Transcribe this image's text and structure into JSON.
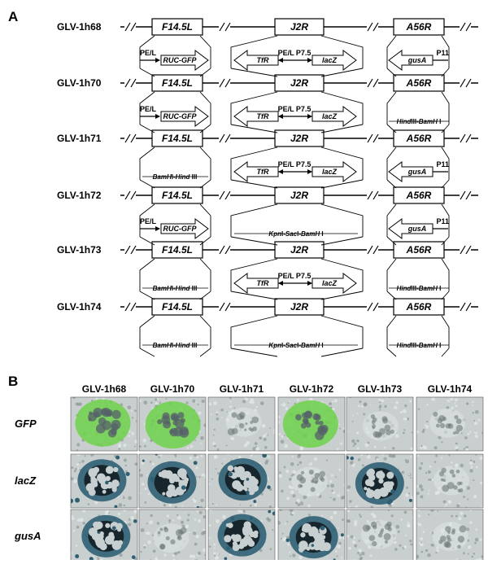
{
  "panel_a": {
    "letter": "A",
    "genes": [
      "F14.5L",
      "J2R",
      "A56R"
    ],
    "strains": [
      {
        "name": "GLV-1h68",
        "inserts": {
          "f14": {
            "kind": "arrow",
            "promoter": "PE/L",
            "gene": "RUC-GFP"
          },
          "j2r": {
            "kind": "double",
            "left_gene": "TfR",
            "promoter": "PE/L P7.5",
            "right_gene": "lacZ"
          },
          "a56": {
            "kind": "left_arrow",
            "gene": "gusA",
            "promoter": "P11"
          }
        }
      },
      {
        "name": "GLV-1h70",
        "inserts": {
          "f14": {
            "kind": "arrow",
            "promoter": "PE/L",
            "gene": "RUC-GFP"
          },
          "j2r": {
            "kind": "double",
            "left_gene": "TfR",
            "promoter": "PE/L P7.5",
            "right_gene": "lacZ"
          },
          "a56": {
            "kind": "site",
            "a": "Hind",
            "b": "III-",
            "c": "BamH",
            "d": "I"
          }
        }
      },
      {
        "name": "GLV-1h71",
        "inserts": {
          "f14": {
            "kind": "site",
            "a": "BamH",
            "b": "I-",
            "c": "Hind",
            "d": "III"
          },
          "j2r": {
            "kind": "double",
            "left_gene": "TfR",
            "promoter": "PE/L P7.5",
            "right_gene": "lacZ"
          },
          "a56": {
            "kind": "left_arrow",
            "gene": "gusA",
            "promoter": "P11"
          }
        }
      },
      {
        "name": "GLV-1h72",
        "inserts": {
          "f14": {
            "kind": "arrow",
            "promoter": "PE/L",
            "gene": "RUC-GFP"
          },
          "j2r": {
            "kind": "site3",
            "a": "Kpn",
            "b": "I-",
            "c": "Sac",
            "d": "I-",
            "e": "BamH",
            "f": "I"
          },
          "a56": {
            "kind": "left_arrow",
            "gene": "gusA",
            "promoter": "P11"
          }
        }
      },
      {
        "name": "GLV-1h73",
        "inserts": {
          "f14": {
            "kind": "site",
            "a": "BamH",
            "b": "I-",
            "c": "Hind",
            "d": "III"
          },
          "j2r": {
            "kind": "double",
            "left_gene": "TfR",
            "promoter": "PE/L P7.5",
            "right_gene": "lacZ"
          },
          "a56": {
            "kind": "site",
            "a": "Hind",
            "b": "III-",
            "c": "BamH",
            "d": "I"
          }
        }
      },
      {
        "name": "GLV-1h74",
        "inserts": {
          "f14": {
            "kind": "site",
            "a": "BamH",
            "b": "I-",
            "c": "Hind",
            "d": "III"
          },
          "j2r": {
            "kind": "site3",
            "a": "Kpn",
            "b": "I-",
            "c": "Sac",
            "d": "I-",
            "e": "BamH",
            "f": "I"
          },
          "a56": {
            "kind": "site",
            "a": "Hind",
            "b": "III-",
            "c": "BamH",
            "d": "I"
          }
        }
      }
    ]
  },
  "panel_b": {
    "letter": "B",
    "columns": [
      "GLV-1h68",
      "GLV-1h70",
      "GLV-1h71",
      "GLV-1h72",
      "GLV-1h73",
      "GLV-1h74"
    ],
    "rows": [
      {
        "label": "GFP",
        "stain": [
          "green",
          "green",
          "none",
          "green",
          "none",
          "none"
        ]
      },
      {
        "label": "lacZ",
        "stain": [
          "blue",
          "blue",
          "blue",
          "none",
          "blue",
          "none"
        ]
      },
      {
        "label": "gusA",
        "stain": [
          "blue",
          "none",
          "blue",
          "blue",
          "none",
          "none"
        ]
      }
    ],
    "colors": {
      "green": "#6fd24a",
      "blue": "#2f5f73",
      "background": "#c9cfcf"
    }
  }
}
